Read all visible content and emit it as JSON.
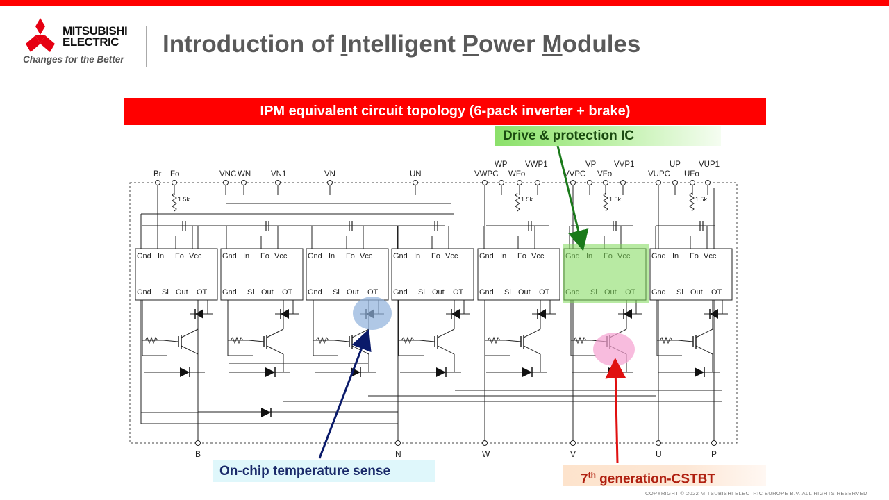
{
  "brand": {
    "line1": "MITSUBISHI",
    "line2": "ELECTRIC",
    "slogan": "Changes for the Better"
  },
  "title": {
    "part1": "Introduction of ",
    "u1": "I",
    "part2": "ntelligent ",
    "u2": "P",
    "part3": "ower ",
    "u3": "M",
    "part4": "odules"
  },
  "banner": "IPM equivalent circuit topology (6-pack inverter + brake)",
  "callouts": {
    "drive": "Drive & protection  IC",
    "onchip": "On-chip temperature sense",
    "cstbt_num": "7",
    "cstbt_sup": "th",
    "cstbt_rest": " generation-CSTBT"
  },
  "top_pins": [
    {
      "label": "Br"
    },
    {
      "label": "Fo"
    },
    {
      "label": "VNC"
    },
    {
      "label": "WN"
    },
    {
      "label": "VN1"
    },
    {
      "label": "VN"
    },
    {
      "label": "UN"
    },
    {
      "label": "VWPC"
    },
    {
      "label": "WP"
    },
    {
      "label": "WFo"
    },
    {
      "label": "VWP1"
    },
    {
      "label": "VVPC"
    },
    {
      "label": "VP"
    },
    {
      "label": "VFo"
    },
    {
      "label": "VVP1"
    },
    {
      "label": "VUPC"
    },
    {
      "label": "UP"
    },
    {
      "label": "UFo"
    },
    {
      "label": "VUP1"
    }
  ],
  "resistor_label": "1.5k",
  "block_labels": {
    "top": [
      "Gnd",
      "In",
      "Fo",
      "Vcc"
    ],
    "bottom": [
      "Gnd",
      "Si",
      "Out",
      "OT"
    ]
  },
  "bottom_pins": [
    "B",
    "N",
    "W",
    "V",
    "U",
    "P"
  ],
  "colors": {
    "accent_red": "#ff0000",
    "title_gray": "#595959",
    "drive_green": "#8be06a",
    "temp_blue": "#8fb0dc",
    "cstbt_pink": "#f5a0d0"
  },
  "copyright": "COPYRIGHT  © 2022  MITSUBISHI  ELECTRIC  EUROPE  B.V.  ALL  RIGHTS  RESERVED"
}
